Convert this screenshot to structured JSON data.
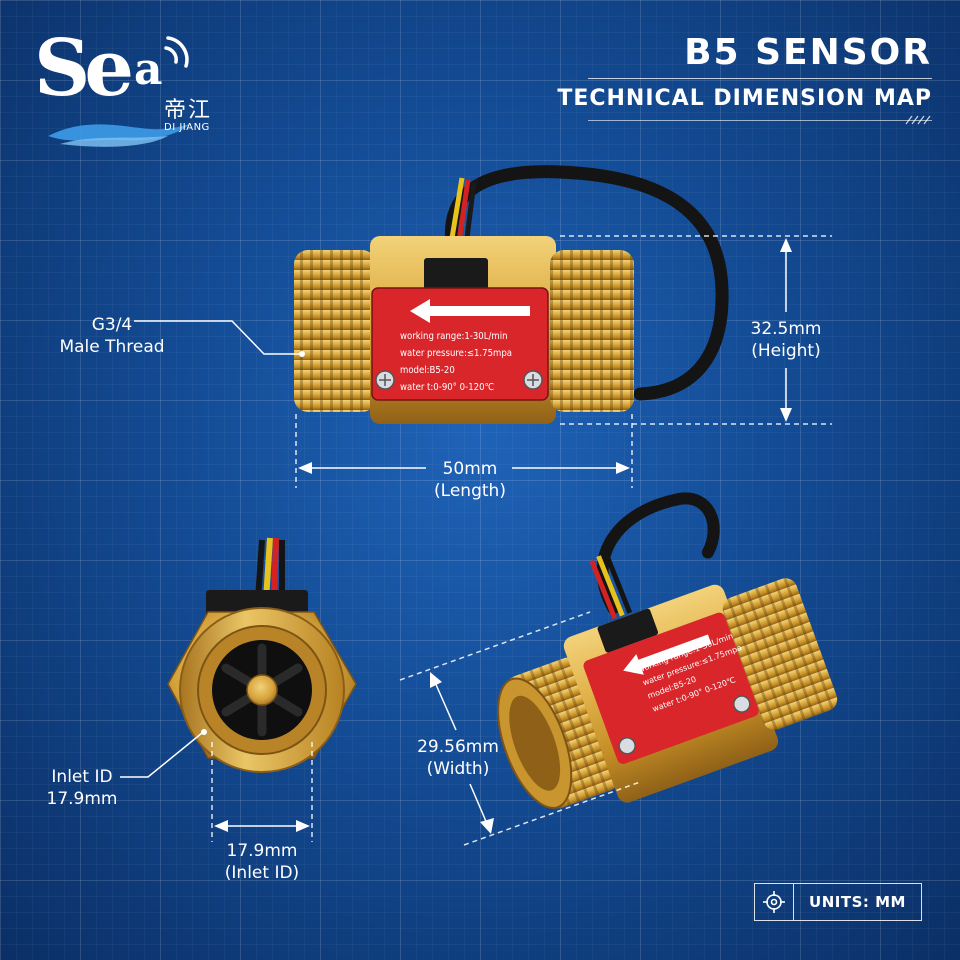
{
  "logo": {
    "brand": "Se",
    "brand_a": "a",
    "chinese": "帝江",
    "english": "DI JIANG"
  },
  "header": {
    "title": "B5 SENSOR",
    "subtitle": "TECHNICAL DIMENSION MAP"
  },
  "sensor_plate": {
    "line1": "working range:1-30L/min",
    "line2": "water pressure:≤1.75mpa",
    "line3": "model:B5-20",
    "line4": "water t:0-90° 0-120℃"
  },
  "dimensions": {
    "thread": {
      "line1": "G3/4",
      "line2": "Male Thread"
    },
    "height": {
      "value": "32.5mm",
      "note": "(Height)"
    },
    "length": {
      "value": "50mm",
      "note": "(Length)"
    },
    "inlet_label": {
      "line1": "Inlet ID",
      "line2": "17.9mm"
    },
    "inlet": {
      "value": "17.9mm",
      "note": "(Inlet ID)"
    },
    "width": {
      "value": "29.56mm",
      "note": "(Width)"
    }
  },
  "units": {
    "label": "UNITS: MM",
    "icon": "crosshair-icon"
  },
  "colors": {
    "background": "#134b94",
    "brass": "#d9a93e",
    "plate": "#d8262b"
  }
}
